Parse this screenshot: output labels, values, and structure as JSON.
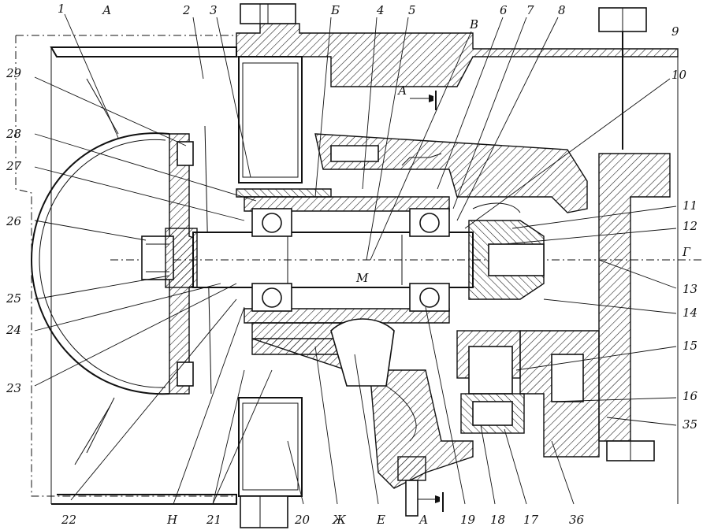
{
  "labels": {
    "l1": "1",
    "lA_top": "А",
    "l2": "2",
    "l3": "3",
    "lB": "Б",
    "l4": "4",
    "l5": "5",
    "lV": "В",
    "l6": "6",
    "l7": "7",
    "l8": "8",
    "l9": "9",
    "l10": "10",
    "lA_section_top": "А",
    "l29": "29",
    "l28": "28",
    "l27": "27",
    "l26": "26",
    "l25": "25",
    "l24": "24",
    "l23": "23",
    "l11": "11",
    "l12": "12",
    "lG": "Г",
    "l13": "13",
    "l14": "14",
    "l15": "15",
    "l16": "16",
    "l35": "35",
    "lM": "М",
    "l22": "22",
    "lN": "Н",
    "l21": "21",
    "l20": "20",
    "lZh": "Ж",
    "lE": "Е",
    "lA_section_bottom": "А",
    "l19": "19",
    "l18": "18",
    "l17": "17",
    "l36": "36"
  }
}
